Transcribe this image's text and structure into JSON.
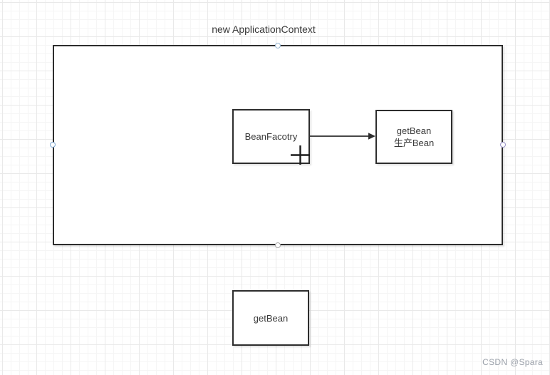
{
  "diagram": {
    "container": {
      "title": "new ApplicationContext"
    },
    "nodes": {
      "bean_factory": {
        "label": "BeanFacotry"
      },
      "get_bean_produce": {
        "line1": "getBean",
        "line2": "生产Bean"
      },
      "get_bean": {
        "label": "getBean"
      }
    },
    "edges": [
      {
        "from": "bean_factory",
        "to": "get_bean_produce",
        "type": "arrow"
      }
    ],
    "colors": {
      "shape_border": "#2d2d2d",
      "shape_fill": "#ffffff",
      "text": "#383838",
      "grid_minor": "#f5f5f5",
      "grid_major": "#e9e9e9",
      "handle_top": "#97b6d2",
      "handle_left": "#7fa9d3",
      "handle_right": "#9a94c8",
      "handle_bottom": "#a8a8a8",
      "arrow": "#2d2d2d",
      "watermark": "#9ba1aa"
    }
  },
  "watermark": {
    "text": "CSDN @Spara"
  }
}
